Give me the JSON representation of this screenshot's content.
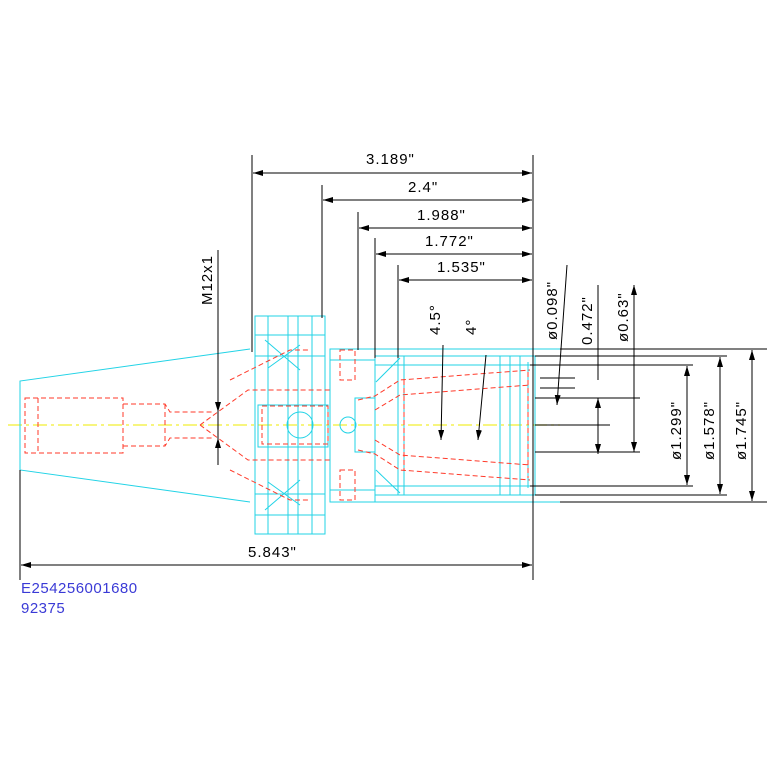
{
  "dimensions": {
    "len_3189": "3.189\"",
    "len_24": "2.4\"",
    "len_1988": "1.988\"",
    "len_1772": "1.772\"",
    "len_1535": "1.535\"",
    "len_5843": "5.843\"",
    "thread": "M12x1",
    "angle_45": "4.5°",
    "angle_4": "4°",
    "dia_0098": "ø0.098\"",
    "dia_0472": "0.472\"",
    "dia_063": "ø0.63\"",
    "dia_1299": "ø1.299\"",
    "dia_1578": "ø1.578\"",
    "dia_1745": "ø1.745\""
  },
  "part_codes": {
    "code1": "E254256001680",
    "code2": "92375"
  },
  "colors": {
    "outline": "#22d3e6",
    "hidden": "#ff3a2a",
    "dimension": "#000000",
    "centerline": "#f2ef30",
    "part_code_text": "#3a3ad6"
  }
}
